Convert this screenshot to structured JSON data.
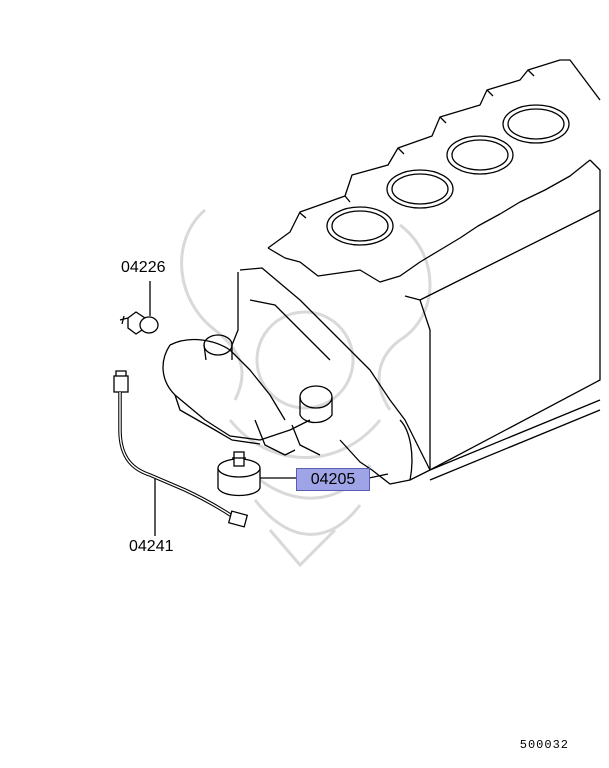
{
  "parts": [
    {
      "number": "04226",
      "highlighted": false
    },
    {
      "number": "04241",
      "highlighted": false
    },
    {
      "number": "04205",
      "highlighted": true
    }
  ],
  "diagram_code": "500032",
  "colors": {
    "line": "#000000",
    "highlight_fill": "#9fa4e6",
    "highlight_border": "#5a5fb6",
    "watermark": "#d6d6d6"
  }
}
